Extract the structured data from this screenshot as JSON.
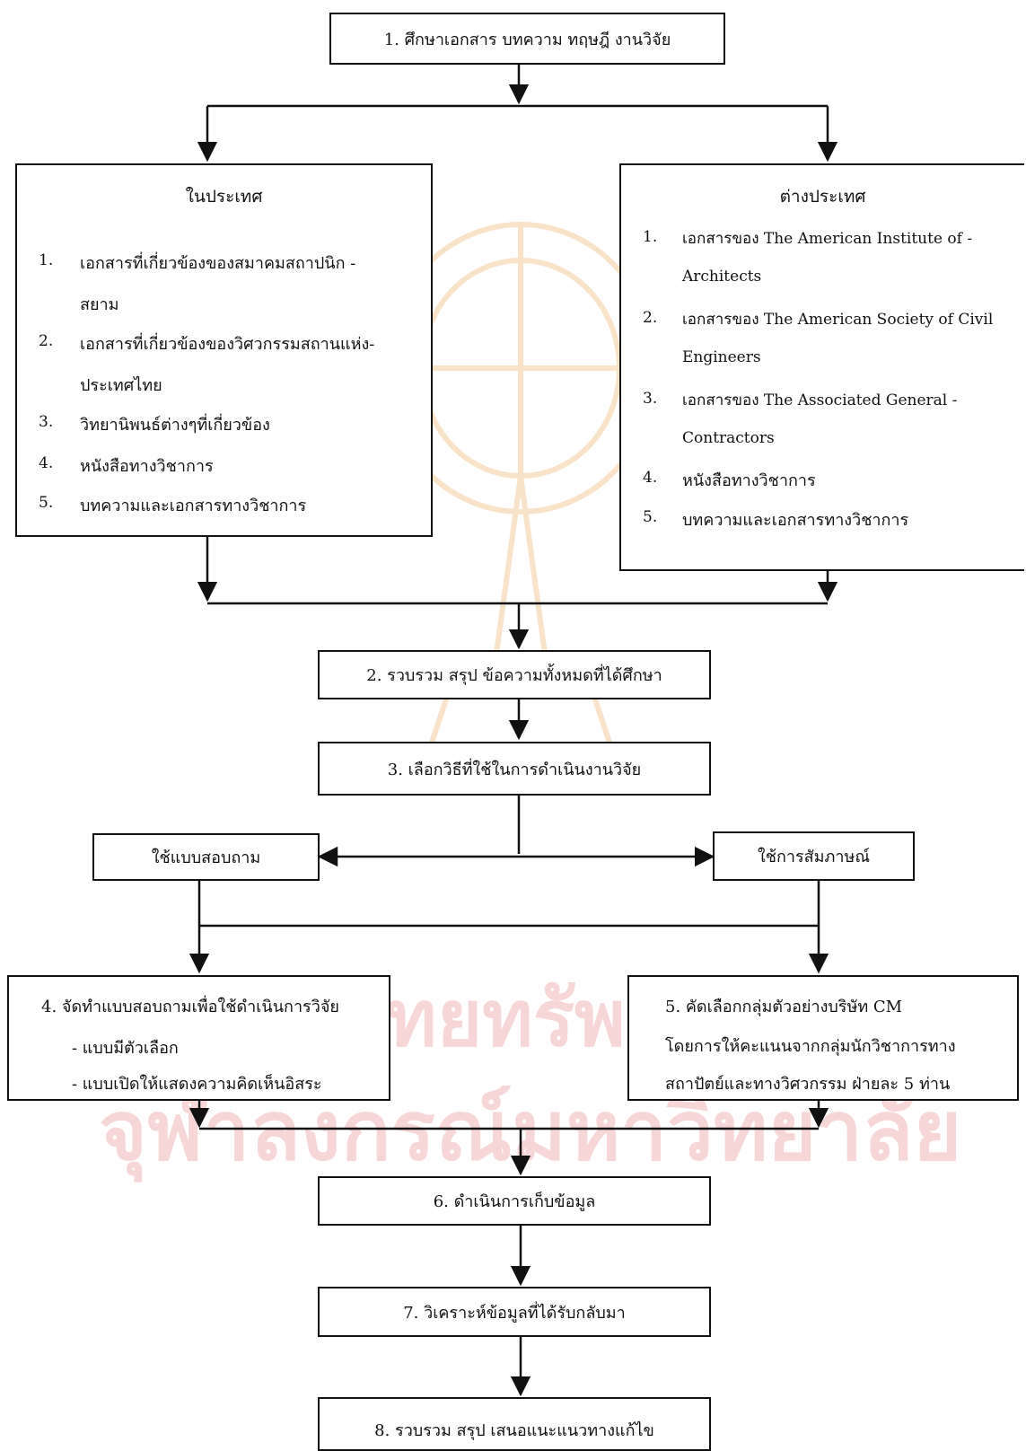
{
  "watermark": {
    "line1": "ศูนย์วิทยทรัพยากร",
    "line2": "จุฬาลงกรณ์มหาวิทยาลัย"
  },
  "step1": "1. ศึกษาเอกสาร บทความ ทฤษฎี งานวิจัย",
  "domestic": {
    "title": "ในประเทศ",
    "items": [
      {
        "num": "1.",
        "line1": "เอกสารที่เกี่ยวข้องของสมาคมสถาปนิก -",
        "line2": "สยาม"
      },
      {
        "num": "2.",
        "line1": "เอกสารที่เกี่ยวข้องของวิศวกรรมสถานแห่ง-",
        "line2": "ประเทศไทย"
      },
      {
        "num": "3.",
        "line1": "วิทยานิพนธ์ต่างๆที่เกี่ยวข้อง"
      },
      {
        "num": "4.",
        "line1": "หนังสือทางวิชาการ"
      },
      {
        "num": "5.",
        "line1": "บทความและเอกสารทางวิชาการ"
      }
    ]
  },
  "foreign": {
    "title": "ต่างประเทศ",
    "items": [
      {
        "num": "1.",
        "line1": "เอกสารของ The American Institute of -",
        "line2": "Architects"
      },
      {
        "num": "2.",
        "line1": "เอกสารของ The American Society of Civil",
        "line2": "Engineers"
      },
      {
        "num": "3.",
        "line1": "เอกสารของ The Associated General -",
        "line2": "Contractors"
      },
      {
        "num": "4.",
        "line1": "หนังสือทางวิชาการ"
      },
      {
        "num": "5.",
        "line1": "บทความและเอกสารทางวิชาการ"
      }
    ]
  },
  "step2": "2. รวบรวม สรุป ข้อความทั้งหมดที่ได้ศึกษา",
  "step3": "3. เลือกวิธีที่ใช้ในการดำเนินงานวิจัย",
  "method_questionnaire": "ใช้แบบสอบถาม",
  "method_interview": "ใช้การสัมภาษณ์",
  "step4": {
    "title": "4. จัดทำแบบสอบถามเพื่อใช้ดำเนินการวิจัย",
    "bullets": [
      "- แบบมีตัวเลือก",
      "- แบบเปิดให้แสดงความคิดเห็นอิสระ"
    ]
  },
  "step5": {
    "lines": [
      "5. คัดเลือกกลุ่มตัวอย่างบริษัท CM",
      "โดยการให้คะแนนจากกลุ่มนักวิชาการทาง",
      "สถาปัตย์และทางวิศวกรรม ฝ่ายละ 5 ท่าน"
    ]
  },
  "step6": "6. ดำเนินการเก็บข้อมูล",
  "step7": "7. วิเคราะห์ข้อมูลที่ได้รับกลับมา",
  "step8": "8. รวบรวม สรุป เสนอแนะแนวทางแก้ไข"
}
